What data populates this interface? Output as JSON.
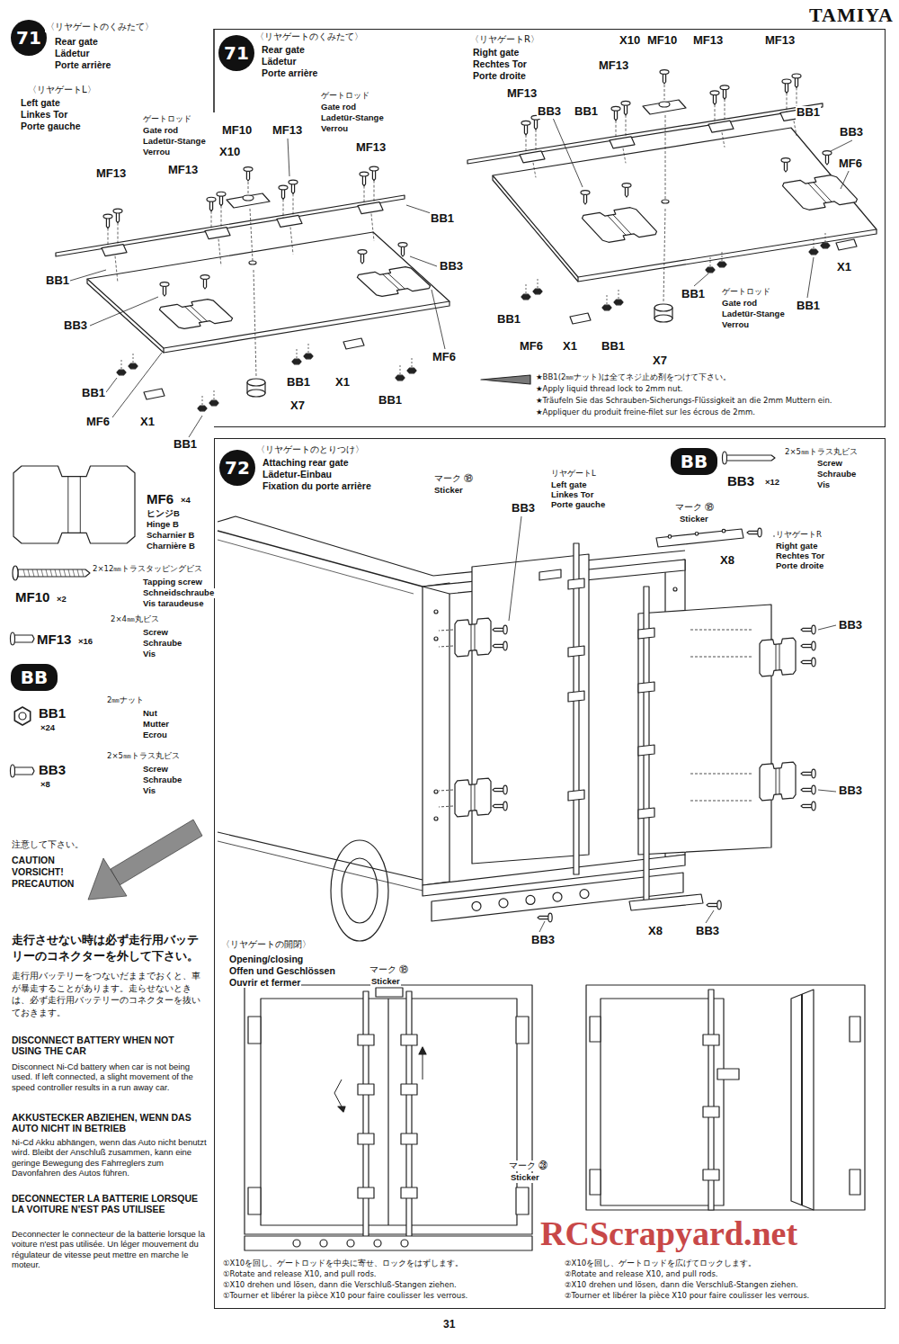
{
  "diagram": {
    "nodes": [
      {
        "text": [
          "71"
        ]
      },
      {
        "text": [
          "〈リヤゲートのくみたて〉",
          "Rear gate",
          "Lädetur",
          "Porte arrière"
        ]
      },
      {
        "text": [
          "71"
        ],
        "in": 1
      },
      {
        "text": [
          "〈リヤゲートのとりつけ〉",
          "Attaching rear gate",
          "Lädetur-Einbau",
          "Fixation du porte arrière"
        ]
      },
      {
        "text": [
          "72"
        ],
        "in": 3
      },
      {
        "text": [
          "BB"
        ],
        "in": 3
      },
      {
        "text": [
          "BB"
        ]
      }
    ],
    "labels": [
      "TAMIYA",
      "〈リヤゲートのくみたて〉",
      "Rear gate",
      "Lädetur",
      "Porte arrière",
      "〈リヤゲートL〉",
      "Left gate",
      "Linkes Tor",
      "Porte gauche",
      "ゲートロッド",
      "Gate rod",
      "Ladetür-Stange",
      "Verrou",
      "MF13",
      "MF13",
      "MF10",
      "X10",
      "MF13",
      "ゲートロッド",
      "Gate rod",
      "Ladetür-Stange",
      "Verrou",
      "MF13",
      "BB1",
      "BB3",
      "BB1",
      "BB3",
      "BB1",
      "MF6",
      "X1",
      "BB1",
      "BB1",
      "X7",
      "X1",
      "BB1",
      "MF6",
      "〈リヤゲートR〉",
      "Right gate",
      "Rechtes Tor",
      "Porte droite",
      "X10",
      "MF10",
      "MF13",
      "MF13",
      "MF13",
      "MF13",
      "BB3",
      "BB1",
      "BB1",
      "BB3",
      "MF6",
      "X1",
      "BB1",
      "MF6",
      "X1",
      "BB1",
      "X7",
      "BB1",
      "ゲートロッド",
      "Gate rod",
      "Ladetür-Stange",
      "Verrou",
      "BB1",
      "★BB1(2㎜ナット)は全てネジ止め剤をつけて下さい。",
      "★Apply liquid thread lock to 2mm nut.",
      "★Träufeln Sie das Schrauben-Sicherungs-Flüssigkeit an die 2mm Muttern ein.",
      "★Appliquer du produit freine-filet sur les écrous de 2mm.",
      "MF6",
      "×4",
      "ヒンジB",
      "Hinge B",
      "Scharnier B",
      "Charnière B",
      "2×12㎜トラスタッピングビス",
      "Tapping screw",
      "Schneidschraube",
      "Vis taraudeuse",
      "MF10",
      "×2",
      "2×4㎜丸ビス",
      "Screw",
      "Schraube",
      "Vis",
      "MF13",
      "×16",
      "BB1",
      "×24",
      "2㎜ナット",
      "Nut",
      "Mutter",
      "Ecrou",
      "BB3",
      "×8",
      "2×5㎜トラス丸ビス",
      "Screw",
      "Schraube",
      "Vis",
      "注意して下さい。",
      "CAUTION",
      "VORSICHT!",
      "PRECAUTION",
      "走行させない時は必ず走行用バッテリーのコネクターを外して下さい。",
      "走行用バッテリーをつないだままでおくと、車が暴走することがあります。走らせないときは、必ず走行用バッテリーのコネクターを抜いておきます。",
      "DISCONNECT BATTERY WHEN NOT USING THE CAR",
      "Disconnect Ni-Cd battery when car is not being used. If left connected, a slight movement of the speed controller results in a run away car.",
      "AKKUSTECKER ABZIEHEN, WENN DAS AUTO NICHT IN BETRIEB",
      "Ni-Cd Akku abhängen, wenn das Auto nicht benutzt wird. Bleibt der Anschluß zusammen, kann eine geringe Bewegung des Fahrreglers zum Davonfahren des Autos führen.",
      "DECONNECTER LA BATTERIE LORSQUE LA VOITURE N'EST PAS UTILISEE",
      "Deconnecter le connecteur de la batterie lorsque la voiture n'est pas utilisée. Un léger mouvement du régulateur de vitesse peut mettre en marche le moteur.",
      "マーク ⑱",
      "Sticker",
      "BB3",
      "リヤゲートL",
      "Left gate",
      "Linkes Tor",
      "Porte gauche",
      "マーク ⑱",
      "Sticker",
      "BB3",
      "×12",
      "2×5㎜トラス丸ビス",
      "Screw",
      "Schraube",
      "Vis",
      "リヤゲートR",
      "Right gate",
      "Rechtes Tor",
      "Porte droite",
      "X8",
      "BB3",
      "BB3",
      "BB3",
      "X8",
      "BB3",
      "〈リヤゲートの開閉〉",
      "Opening/closing",
      "Offen und Geschlössen",
      "Ouvrir et fermer",
      "マーク ⑱",
      "Sticker",
      "マーク ㉘",
      "Sticker",
      "①X10を回し、ゲートロッドを中央に寄せ、ロックをはずします。",
      "①Rotate and release X10, and pull rods.",
      "①X10 drehen und lösen, dann die Verschluß-Stangen ziehen.",
      "①Tourner et libérer la pièce X10 pour faire coulisser les verrous.",
      "②X10を回し、ゲートロッドを広げてロックします。",
      "②Rotate and release X10, and pull rods.",
      "②X10 drehen und lösen, dann die Verschluß-Stangen ziehen.",
      "②Tourner et libérer la pièce X10 pour faire coulisser les verrous.",
      "31",
      "RCScrapyard.net"
    ]
  }
}
